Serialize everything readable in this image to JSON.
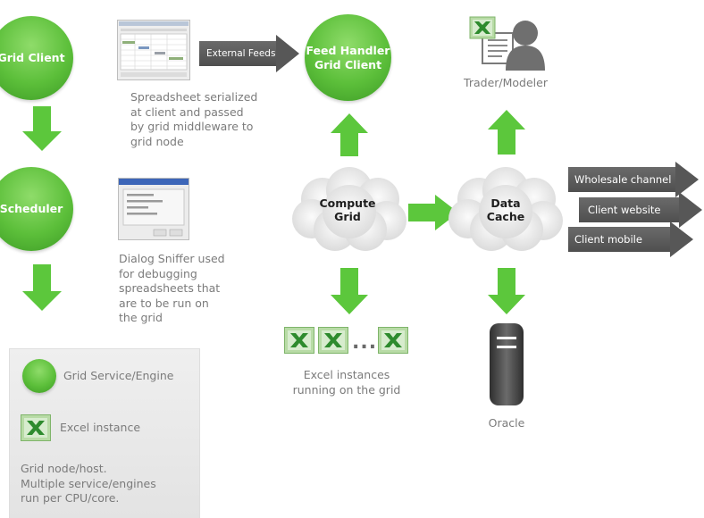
{
  "nodes": {
    "grid_client": "Grid Client",
    "scheduler": "Scheduler",
    "feed_handler": "Feed Handler\nGrid Client",
    "compute_grid": "Compute\nGrid",
    "data_cache": "Data\nCache"
  },
  "external_feeds": "External Feeds",
  "captions": {
    "spreadsheet": "Spreadsheet serialized\nat client and passed\nby grid middleware to\ngrid node",
    "dialog_sniffer": "Dialog Sniffer used\nfor debugging\nspreadsheets that\nare to be run on\nthe grid",
    "excel_instances": "Excel instances\nrunning on the grid",
    "trader": "Trader/Modeler",
    "oracle": "Oracle",
    "ellipsis": "..."
  },
  "channels": [
    "Wholesale channel",
    "Client website",
    "Client mobile"
  ],
  "legend": {
    "service": "Grid Service/Engine",
    "excel": "Excel instance",
    "note": "Grid node/host.\nMultiple service/engines\nrun per CPU/core."
  },
  "colors": {
    "green": "#5cbf3a",
    "arrow_green": "#5cc73c",
    "dark_arrow": "#565656",
    "caption": "#7b7b7b"
  }
}
